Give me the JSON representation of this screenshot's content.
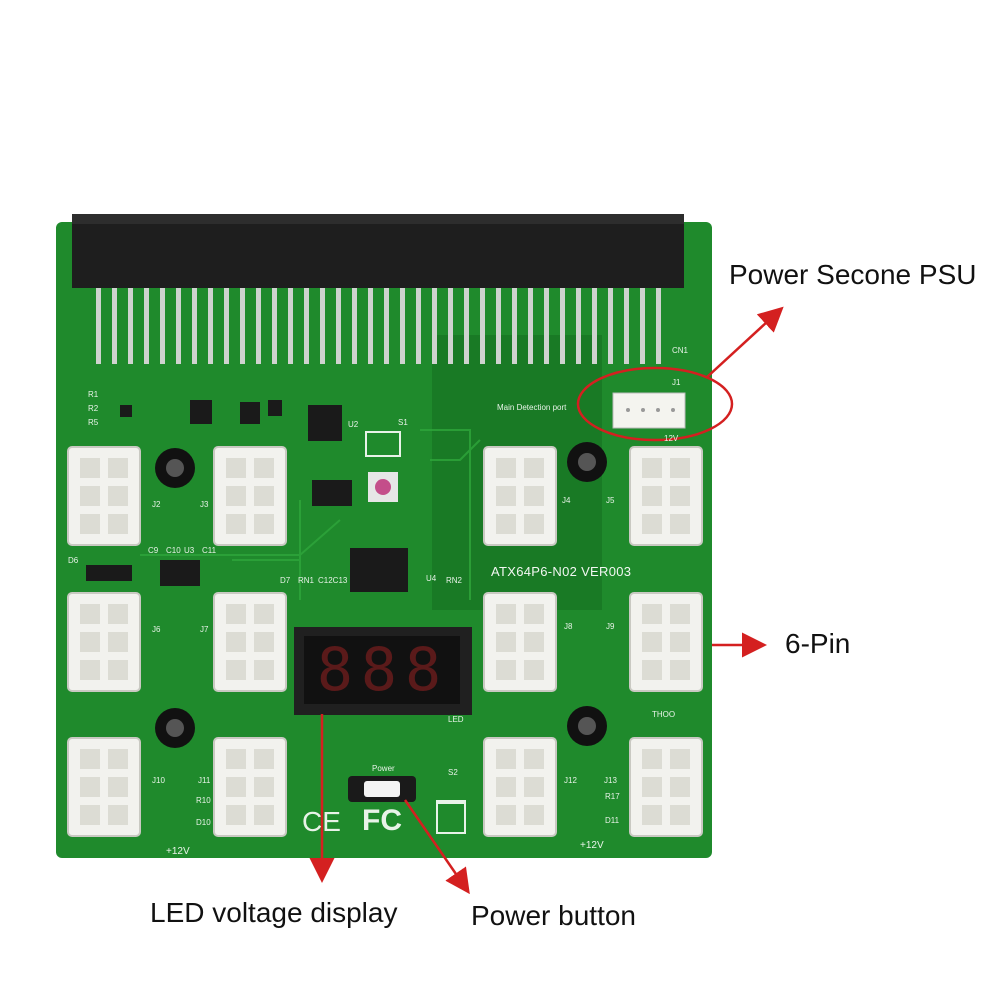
{
  "callouts": {
    "psu": "Power Secone PSU",
    "pin": "6-Pin",
    "led": "LED voltage display",
    "power": "Power button"
  },
  "board": {
    "model": "ATX64P6-N02 VER003",
    "detection_port": "Main Detection port",
    "cn1": "CN1",
    "j1": "J1",
    "v12_top": "12V",
    "s1": "S1",
    "u2": "U2",
    "u3": "U3",
    "u4": "U4",
    "rn1": "RN1",
    "rn2": "RN2",
    "c12c13": "C12C13",
    "c9": "C9",
    "c10": "C10",
    "c11": "C11",
    "d6": "D6",
    "d7": "D7",
    "led": "LED",
    "power_label": "Power",
    "s2": "S2",
    "plus12v_left": "+12V",
    "plus12v_right": "+12V",
    "thoo": "THOO",
    "r10": "R10",
    "d10": "D10",
    "r17": "R17",
    "d11": "D11",
    "r1": "R1",
    "r2": "R2",
    "r5": "R5",
    "connectors": [
      "J2",
      "J3",
      "J4",
      "J5",
      "J6",
      "J7",
      "J8",
      "J9",
      "J10",
      "J11",
      "J12",
      "J13"
    ],
    "display_digits": "888",
    "ce_mark": "CE",
    "fc_mark": "FC"
  },
  "colors": {
    "pcb": "#1f8a2c",
    "pcb_dark": "#177322",
    "arrow": "#d42020",
    "slot": "#1e1e1e",
    "connector": "#f2f2ee"
  }
}
